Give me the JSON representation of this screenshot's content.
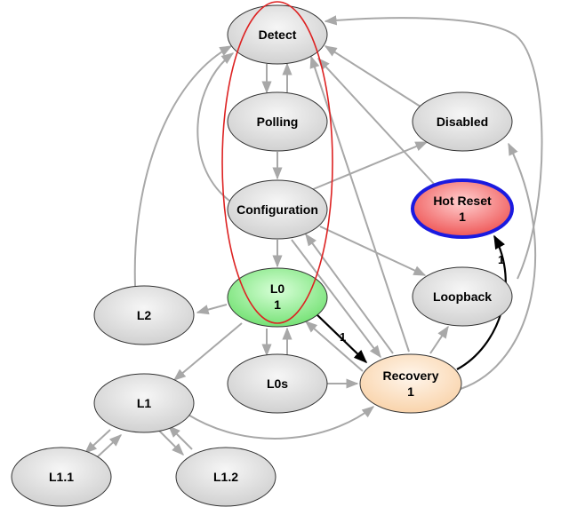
{
  "nodes": {
    "detect": {
      "line1": "Detect"
    },
    "polling": {
      "line1": "Polling"
    },
    "configuration": {
      "line1": "Configuration"
    },
    "disabled": {
      "line1": "Disabled"
    },
    "hot_reset": {
      "line1": "Hot Reset",
      "line2": "1"
    },
    "l0": {
      "line1": "L0",
      "line2": "1"
    },
    "l2": {
      "line1": "L2"
    },
    "loopback": {
      "line1": "Loopback"
    },
    "l0s": {
      "line1": "L0s"
    },
    "recovery": {
      "line1": "Recovery",
      "line2": "1"
    },
    "l1": {
      "line1": "L1"
    },
    "l1_1": {
      "line1": "L1.1"
    },
    "l1_2": {
      "line1": "L1.2"
    }
  },
  "edge_labels": {
    "l0_to_recovery": "1",
    "recovery_to_hot_reset": "1"
  },
  "colors": {
    "default_node_fill": "#e0e0e0",
    "l0_fill": "#90e890",
    "recovery_fill": "#fce0c0",
    "hot_reset_fill": "#f07070",
    "hot_reset_border": "#1a1ae0",
    "edge_gray": "#a8a8a8",
    "highlight_path": "#000000",
    "annotation_ellipse": "#dd2222"
  }
}
